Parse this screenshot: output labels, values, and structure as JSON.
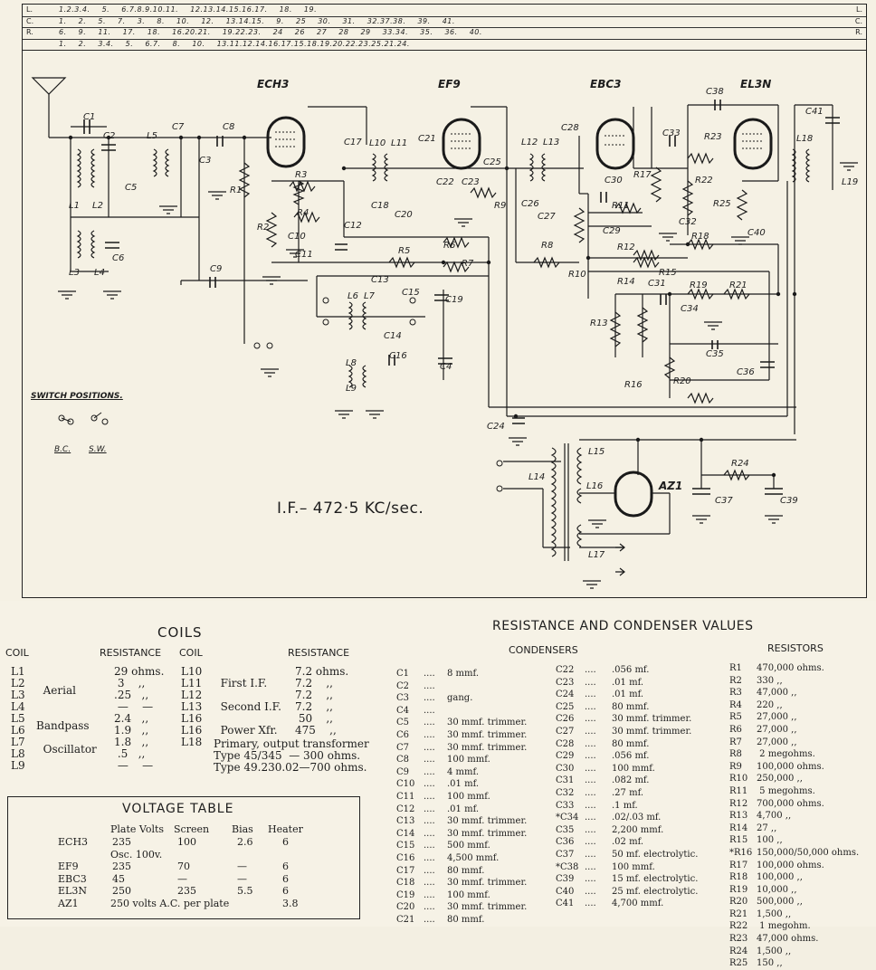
{
  "ref_rows": [
    {
      "left": "L.",
      "right": "L.",
      "seq": "1.2.3.4.  5.   6.7.8.9.10.11.   12.13.14.15.16.17.   18. 19."
    },
    {
      "left": "C.",
      "right": "C.",
      "seq": "1. 2. 5. 7. 3. 8. 10. 12. 13.14.15. 9. 25 30. 31. 32.37.38. 39. 41."
    },
    {
      "left": "R.",
      "right": "R.",
      "seq": "6. 9. 11. 17. 18. 16.20.21. 19.22.23. 24 26 27 28 29 33.34. 35. 36. 40."
    },
    {
      "left": "",
      "right": "",
      "seq": "1. 2. 3.4. 5. 6.7. 8. 10. 13.11.12.14.16.17.15.18.19.20.22.23.25.21.24."
    }
  ],
  "tubes": [
    "ECH3",
    "EF9",
    "EBC3",
    "EL3N",
    "AZ1"
  ],
  "if_note": "I.F.– 472·5 KC/sec.",
  "switch": {
    "title": "SWITCH POSITIONS.",
    "bc": "B.C.",
    "sw": "S.W."
  },
  "coils": {
    "title": "COILS",
    "headers": {
      "coil": "COIL",
      "resistance": "RESISTANCE",
      "coil2": "COIL",
      "resistance2": "RESISTANCE"
    },
    "left_names": "L1\nL2\nL3\nL4\nL5\nL6\nL7\nL8\nL9",
    "groups": "\n  Aerial\n\n\nBandpass\n\n  Oscillator",
    "left_vals": "29 ohms.\n 3    ,,\n.25   ,,\n —    —\n2.4   ,,\n1.9   ,,\n1.8   ,,\n .5   ,,\n —    —",
    "right_names": "L10\nL11\nL12\nL13\nL16\nL16\nL18",
    "right_groups": "\n  First I.F.\n\n  Second I.F.\n\n  Power Xfr.",
    "right_vals": "7.2 ohms.\n7.2    ,,\n7.2    ,,\n7.2    ,,\n 50    ,,\n475    ,,",
    "l18": "Primary, output transformer\nType 45/345  — 300 ohms.\nType 49.230.02—700 ohms."
  },
  "voltage": {
    "title": "VOLTAGE TABLE",
    "headers": [
      "Plate Volts",
      "Screen",
      "Bias",
      "Heater"
    ],
    "rows": [
      {
        "tube": "ECH3",
        "plate": "235",
        "screen": "100",
        "bias": "2.6",
        "heater": "6"
      },
      {
        "tube": "",
        "plate": "Osc. 100v.",
        "screen": "",
        "bias": "",
        "heater": ""
      },
      {
        "tube": "EF9",
        "plate": "235",
        "screen": "70",
        "bias": "—",
        "heater": "6"
      },
      {
        "tube": "EBC3",
        "plate": "45",
        "screen": "—",
        "bias": "—",
        "heater": "6"
      },
      {
        "tube": "EL3N",
        "plate": "250",
        "screen": "235",
        "bias": "5.5",
        "heater": "6"
      },
      {
        "tube": "AZ1",
        "plate": "250 volts A.C. per plate",
        "screen": "",
        "bias": "",
        "heater": "3.8"
      }
    ]
  },
  "values": {
    "title": "RESISTANCE AND CONDENSER VALUES",
    "condensers_label": "CONDENSERS",
    "resistors_label": "RESISTORS",
    "condensers_a": [
      [
        "C1",
        "8 mmf."
      ],
      [
        "C2",
        ""
      ],
      [
        "C3",
        "gang."
      ],
      [
        "C4",
        ""
      ],
      [
        "C5",
        "30 mmf. trimmer."
      ],
      [
        "C6",
        "30 mmf. trimmer."
      ],
      [
        "C7",
        "30 mmf. trimmer."
      ],
      [
        "C8",
        "100 mmf."
      ],
      [
        "C9",
        "4 mmf."
      ],
      [
        "C10",
        ".01 mf."
      ],
      [
        "C11",
        "100 mmf."
      ],
      [
        "C12",
        ".01 mf."
      ],
      [
        "C13",
        "30 mmf. trimmer."
      ],
      [
        "C14",
        "30 mmf. trimmer."
      ],
      [
        "C15",
        "500 mmf."
      ],
      [
        "C16",
        "4,500 mmf."
      ],
      [
        "C17",
        "80 mmf."
      ],
      [
        "C18",
        "30 mmf. trimmer."
      ],
      [
        "C19",
        "100 mmf."
      ],
      [
        "C20",
        "30 mmf. trimmer."
      ],
      [
        "C21",
        "80 mmf."
      ]
    ],
    "condensers_b": [
      [
        "C22",
        ".056 mf."
      ],
      [
        "C23",
        ".01 mf."
      ],
      [
        "C24",
        ".01 mf."
      ],
      [
        "C25",
        "80 mmf."
      ],
      [
        "C26",
        "30 mmf. trimmer."
      ],
      [
        "C27",
        "30 mmf. trimmer."
      ],
      [
        "C28",
        "80 mmf."
      ],
      [
        "C29",
        ".056 mf."
      ],
      [
        "C30",
        "100 mmf."
      ],
      [
        "C31",
        ".082 mf."
      ],
      [
        "C32",
        ".27 mf."
      ],
      [
        "C33",
        ".1 mf."
      ],
      [
        "*C34",
        ".02/.03 mf."
      ],
      [
        "C35",
        "2,200 mmf."
      ],
      [
        "C36",
        ".02 mf."
      ],
      [
        "C37",
        "50 mf. electrolytic."
      ],
      [
        "*C38",
        "100 mmf."
      ],
      [
        "C39",
        "15 mf. electrolytic."
      ],
      [
        "C40",
        "25 mf. electrolytic."
      ],
      [
        "C41",
        "4,700 mmf."
      ]
    ],
    "resistors": [
      [
        "R1",
        "470,000 ohms."
      ],
      [
        "R2",
        "330    ,,"
      ],
      [
        "R3",
        "47,000   ,,"
      ],
      [
        "R4",
        "220    ,,"
      ],
      [
        "R5",
        "27,000   ,,"
      ],
      [
        "R6",
        "27,000   ,,"
      ],
      [
        "R7",
        "27,000   ,,"
      ],
      [
        "R8",
        "     2 megohms."
      ],
      [
        "R9",
        "100,000 ohms."
      ],
      [
        "R10",
        "250,000   ,,"
      ],
      [
        "R11",
        "     5 megohms."
      ],
      [
        "R12",
        "700,000 ohms."
      ],
      [
        "R13",
        "4,700   ,,"
      ],
      [
        "R14",
        "27    ,,"
      ],
      [
        "R15",
        "100    ,,"
      ],
      [
        "*R16",
        "150,000/50,000 ohms."
      ],
      [
        "R17",
        "100,000 ohms."
      ],
      [
        "R18",
        "100,000   ,,"
      ],
      [
        "R19",
        "10,000   ,,"
      ],
      [
        "R20",
        "500,000   ,,"
      ],
      [
        "R21",
        "1,500   ,,"
      ],
      [
        "R22",
        "     1 megohm."
      ],
      [
        "R23",
        "47,000 ohms."
      ],
      [
        "R24",
        "1,500   ,,"
      ],
      [
        "R25",
        "150    ,,"
      ]
    ]
  },
  "component_labels": [
    "C1",
    "C2",
    "C5",
    "L5",
    "C7",
    "C8",
    "C3",
    "R1",
    "L1",
    "L2",
    "L3",
    "L4",
    "C6",
    "C9",
    "R2",
    "R3",
    "R4",
    "C10",
    "C11",
    "C12",
    "C17",
    "L10",
    "L11",
    "C21",
    "C18",
    "C20",
    "C22",
    "C23",
    "C25",
    "R9",
    "R5",
    "R6",
    "R7",
    "L6",
    "L7",
    "C13",
    "C15",
    "C14",
    "C16",
    "C19",
    "C4",
    "L8",
    "L9",
    "C24",
    "L12",
    "L13",
    "C26",
    "C27",
    "C28",
    "C30",
    "R8",
    "R10",
    "R11",
    "C29",
    "R12",
    "R17",
    "C33",
    "R23",
    "C38",
    "C41",
    "L18",
    "L19",
    "R22",
    "C32",
    "R25",
    "R18",
    "C40",
    "R15",
    "R14",
    "C31",
    "R19",
    "R21",
    "C34",
    "R13",
    "C35",
    "C36",
    "R16",
    "R20",
    "L15",
    "L14",
    "L16",
    "AZ1",
    "R24",
    "L17",
    "C37",
    "C39"
  ]
}
